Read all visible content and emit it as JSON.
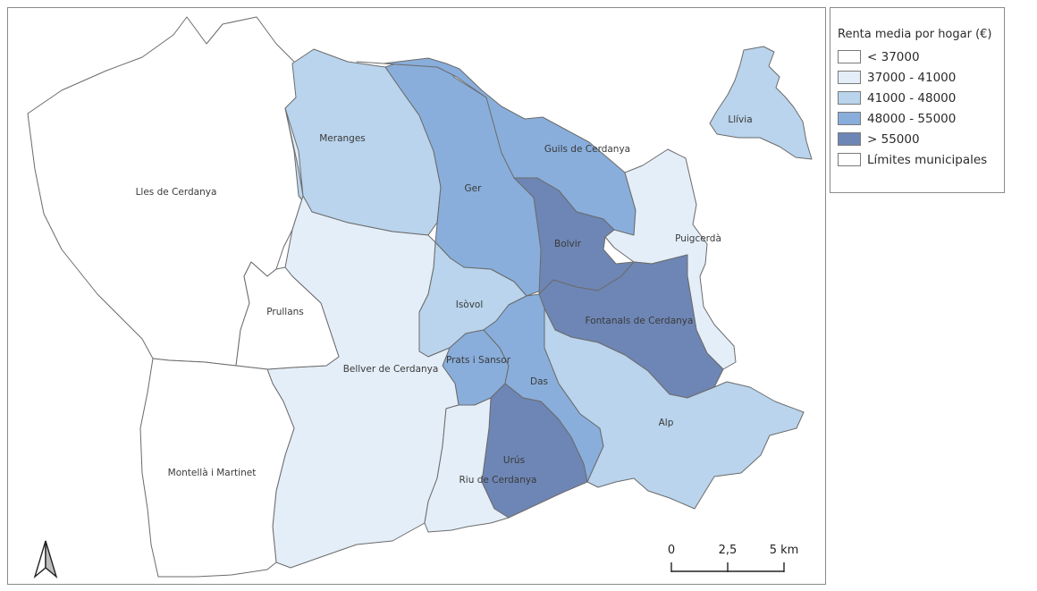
{
  "legend": {
    "title": "Renta media por hogar (€)",
    "items": [
      {
        "label": "< 37000",
        "color": "#ffffff"
      },
      {
        "label": "37000 - 41000",
        "color": "#e4eef8"
      },
      {
        "label": "41000 - 48000",
        "color": "#b9d4ec"
      },
      {
        "label": "48000 - 55000",
        "color": "#89aedb"
      },
      {
        "label": "> 55000",
        "color": "#6e86b5"
      },
      {
        "label": "Límites municipales",
        "color": "#ffffff"
      }
    ]
  },
  "municipalities": {
    "lles": {
      "name": "Lles de Cerdanya",
      "class": "< 37000"
    },
    "meranges": {
      "name": "Meranges",
      "class": "41000 - 48000"
    },
    "ger": {
      "name": "Ger",
      "class": "48000 - 55000"
    },
    "guils": {
      "name": "Guils de Cerdanya",
      "class": "48000 - 55000"
    },
    "llivia": {
      "name": "Llívia",
      "class": "41000 - 48000"
    },
    "puigcerda": {
      "name": "Puigcerdà",
      "class": "37000 - 41000"
    },
    "bolvir": {
      "name": "Bolvir",
      "class": "> 55000"
    },
    "prullans": {
      "name": "Prullans",
      "class": "< 37000"
    },
    "isovol": {
      "name": "Isòvol",
      "class": "41000 - 48000"
    },
    "fontanals": {
      "name": "Fontanals de Cerdanya",
      "class": "> 55000"
    },
    "bellver": {
      "name": "Bellver de Cerdanya",
      "class": "37000 - 41000"
    },
    "prats": {
      "name": "Prats i Sansor",
      "class": "48000 - 55000"
    },
    "das": {
      "name": "Das",
      "class": "48000 - 55000"
    },
    "alp": {
      "name": "Alp",
      "class": "41000 - 48000"
    },
    "montella": {
      "name": "Montellà i Martinet",
      "class": "< 37000"
    },
    "urus": {
      "name": "Urús",
      "class": "> 55000"
    },
    "riu": {
      "name": "Riu de Cerdanya",
      "class": "37000 - 41000"
    }
  },
  "scale_bar": {
    "labels": [
      "0",
      "2,5",
      "5 km"
    ]
  },
  "north_arrow": {
    "icon": "north-arrow-icon"
  },
  "colors": {
    "border": "#6b6b6b",
    "frame": "#8a8a8a"
  }
}
